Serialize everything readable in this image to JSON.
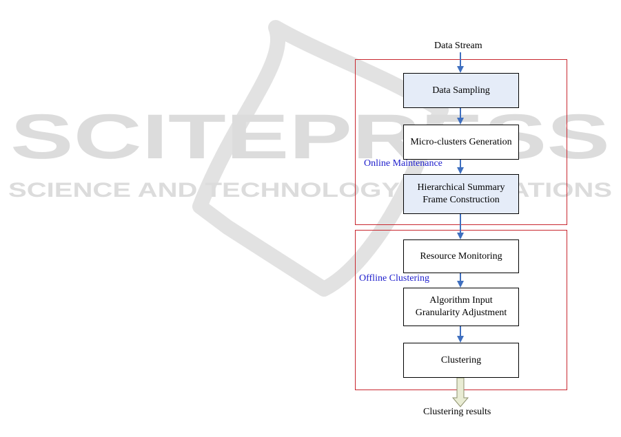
{
  "watermark": {
    "brand": "SCITEPRESS",
    "tagline": "SCIENCE AND TECHNOLOGY PUBLICATIONS"
  },
  "diagram": {
    "input_label": "Data Stream",
    "output_label": "Clustering results",
    "groups": [
      {
        "label": "Online Maintenance",
        "label_color": "#1c1ccc",
        "border_color": "#c8262e"
      },
      {
        "label": "Offline Clustering",
        "label_color": "#1c1ccc",
        "border_color": "#c8262e"
      }
    ],
    "steps": [
      {
        "label": "Data Sampling",
        "shaded": true
      },
      {
        "label": "Micro-clusters Generation",
        "shaded": false
      },
      {
        "label": "Hierarchical Summary\nFrame Construction",
        "shaded": true
      },
      {
        "label": "Resource Monitoring",
        "shaded": false
      },
      {
        "label": "Algorithm Input\nGranularity Adjustment",
        "shaded": false
      },
      {
        "label": "Clustering",
        "shaded": false
      }
    ],
    "colors": {
      "arrow": "#3f6fbf",
      "shaded_fill": "#e5ecf8",
      "output_arrow_fill": "#e9ecd4",
      "output_arrow_stroke": "#8c906c"
    }
  }
}
